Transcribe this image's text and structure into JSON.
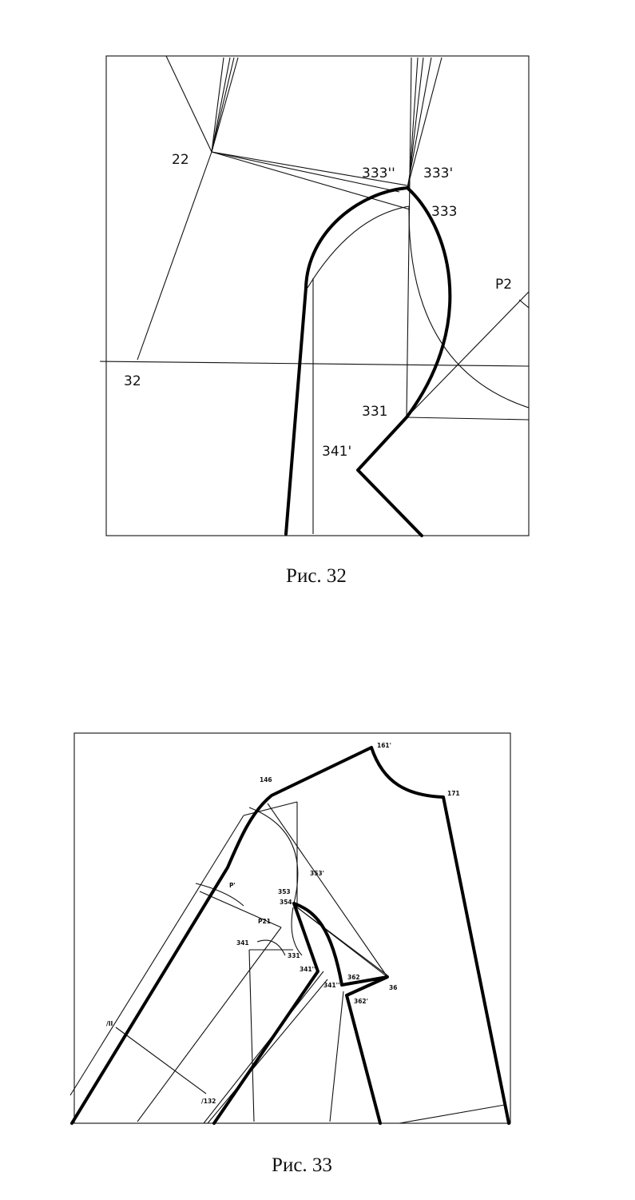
{
  "figure1": {
    "caption": "Рис. 32",
    "labels": {
      "p22": "22",
      "p333dd": "333''",
      "p333d": "333'",
      "p333": "333",
      "pP2": "P2",
      "p32": "32",
      "p331": "331",
      "p341d": "341'"
    }
  },
  "figure2": {
    "caption": "Рис. 33",
    "labels": {
      "p161d": "161'",
      "p146": "146",
      "p171": "171",
      "p353d": "353'",
      "pPd": "P'",
      "p353": "353",
      "p354": "354",
      "pP21": "P21",
      "p341": "341",
      "p331": "331",
      "p341dd": "341''",
      "p362": "362",
      "p341ddd": "341'''",
      "p36": "36",
      "p362d": "362'",
      "pII": "/II",
      "p132": "/132"
    }
  }
}
